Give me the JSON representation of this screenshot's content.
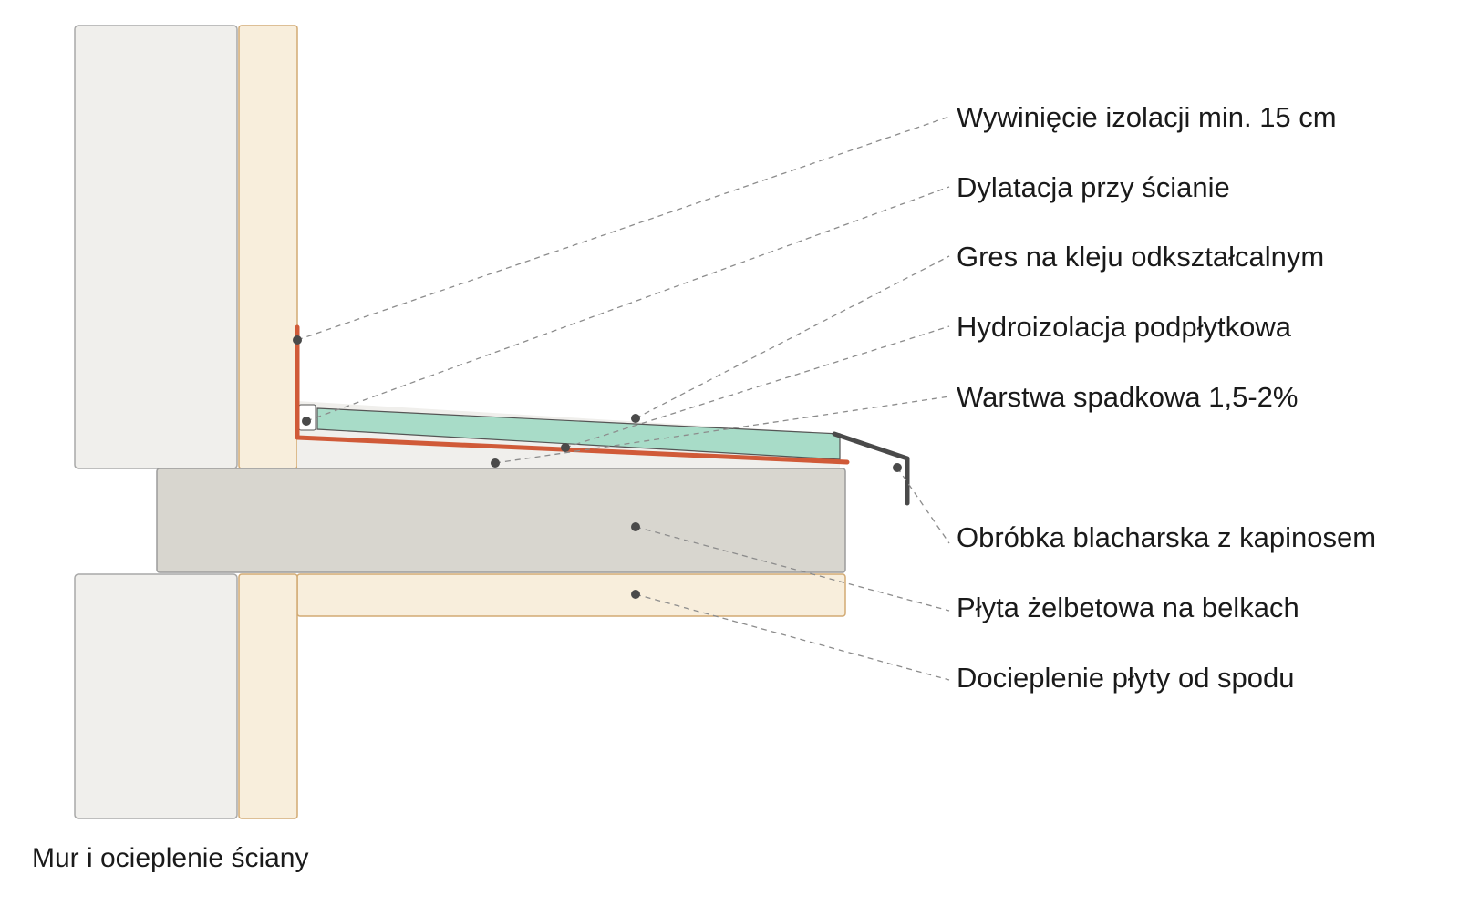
{
  "colors": {
    "masonry": "#f0efec",
    "masonry_stroke": "#a8a8a8",
    "insulation": "#f8eedc",
    "insulation_stroke": "#d2aa73",
    "slab": "#d8d6cf",
    "slab_stroke": "#9c9c9c",
    "tile": "#a8dcc8",
    "tile_stroke": "#555555",
    "waterproofing": "#d05a38",
    "flashing": "#4a4a4a",
    "leader_line": "#8c8c8c",
    "marker": "#4a4a4a",
    "text": "#1a1a1a"
  },
  "labels": [
    {
      "id": "upturn",
      "text": "Wywinięcie izolacji min. 15 cm"
    },
    {
      "id": "expansion",
      "text": "Dylatacja przy ścianie"
    },
    {
      "id": "tiles",
      "text": "Gres na kleju odkształcalnym"
    },
    {
      "id": "waterproofing",
      "text": "Hydroizolacja podpłytkowa"
    },
    {
      "id": "screed",
      "text": "Warstwa spadkowa 1,5-2%"
    },
    {
      "id": "flashing",
      "text": "Obróbka blacharska z kapinosem"
    },
    {
      "id": "slab",
      "text": "Płyta żelbetowa na belkach"
    },
    {
      "id": "under_insulation",
      "text": "Docieplenie płyty od spodu"
    }
  ],
  "caption": "Mur i ocieplenie ściany"
}
